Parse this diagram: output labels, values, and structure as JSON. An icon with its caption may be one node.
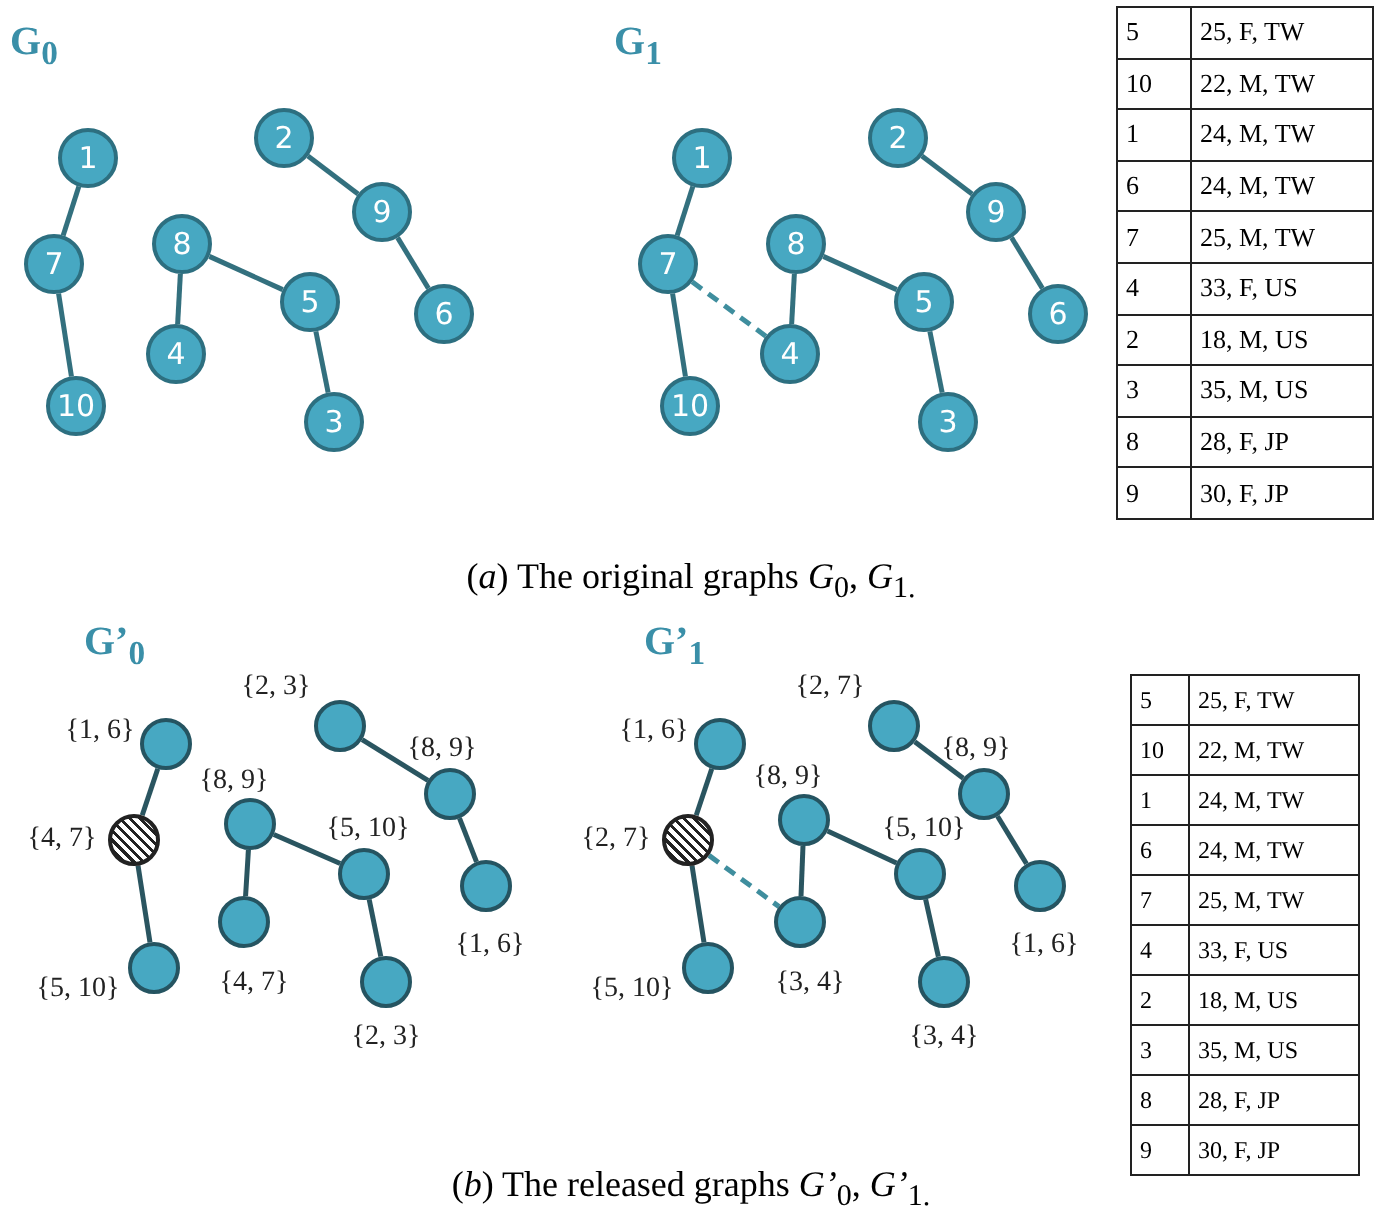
{
  "diagram": {
    "nodes": [
      {
        "text": [
          "2"
        ]
      },
      {
        "text": [
          "1"
        ]
      },
      {
        "text": [
          "9"
        ]
      },
      {
        "text": [
          "8"
        ]
      },
      {
        "text": [
          "7"
        ]
      },
      {
        "text": [
          "5"
        ]
      },
      {
        "text": [
          "6"
        ]
      },
      {
        "text": [
          "4"
        ]
      },
      {
        "text": [
          "10"
        ]
      },
      {
        "text": [
          "3"
        ]
      },
      {
        "text": [
          "2"
        ]
      },
      {
        "text": [
          "1"
        ]
      },
      {
        "text": [
          "9"
        ]
      },
      {
        "text": [
          "8"
        ]
      },
      {
        "text": [
          "7"
        ]
      },
      {
        "text": [
          "5"
        ]
      },
      {
        "text": [
          "6"
        ]
      },
      {
        "text": [
          "4"
        ]
      },
      {
        "text": [
          "10"
        ]
      },
      {
        "text": [
          "3"
        ]
      },
      {
        "text": [],
        "shape": "circle",
        "beside": [
          "{2, 3}"
        ]
      },
      {
        "text": [],
        "shape": "circle",
        "beside": [
          "{1, 6}"
        ]
      },
      {
        "text": [],
        "shape": "circle",
        "beside": [
          "{8, 9}"
        ]
      },
      {
        "text": [],
        "shape": "circle",
        "beside": [
          "{8, 9}"
        ]
      },
      {
        "text": [],
        "shape": "circle",
        "beside": [
          "{4, 7}"
        ]
      },
      {
        "text": [],
        "shape": "circle",
        "beside": [
          "{5, 10}"
        ]
      },
      {
        "text": [],
        "shape": "circle",
        "beside": [
          "{1, 6}"
        ]
      },
      {
        "text": [],
        "shape": "circle",
        "beside": [
          "{4, 7}"
        ]
      },
      {
        "text": [],
        "shape": "circle",
        "beside": [
          "{5, 10}"
        ]
      },
      {
        "text": [],
        "shape": "circle",
        "beside": [
          "{2, 3}"
        ]
      },
      {
        "text": [],
        "shape": "circle",
        "beside": [
          "{2, 7}"
        ]
      },
      {
        "text": [],
        "shape": "circle",
        "beside": [
          "{1, 6}"
        ]
      },
      {
        "text": [],
        "shape": "circle",
        "beside": [
          "{8, 9}"
        ]
      },
      {
        "text": [],
        "shape": "circle",
        "beside": [
          "{8, 9}"
        ]
      },
      {
        "text": [],
        "shape": "circle",
        "beside": [
          "{2, 7}"
        ]
      },
      {
        "text": [],
        "shape": "circle",
        "beside": [
          "{5, 10}"
        ]
      },
      {
        "text": [],
        "shape": "circle",
        "beside": [
          "{1, 6}"
        ]
      },
      {
        "text": [],
        "shape": "circle",
        "beside": [
          "{3, 4}"
        ]
      },
      {
        "text": [],
        "shape": "circle",
        "beside": [
          "{5, 10}"
        ]
      },
      {
        "text": [],
        "shape": "circle",
        "beside": [
          "{3, 4}"
        ]
      }
    ],
    "edges": [
      {
        "from": 1,
        "to": 4,
        "arrow": "none"
      },
      {
        "from": 4,
        "to": 8,
        "arrow": "none"
      },
      {
        "from": 3,
        "to": 7,
        "arrow": "none"
      },
      {
        "from": 3,
        "to": 5,
        "arrow": "none"
      },
      {
        "from": 5,
        "to": 9,
        "arrow": "none"
      },
      {
        "from": 0,
        "to": 2,
        "arrow": "none"
      },
      {
        "from": 2,
        "to": 6,
        "arrow": "none"
      },
      {
        "from": 11,
        "to": 14,
        "arrow": "none"
      },
      {
        "from": 14,
        "to": 18,
        "arrow": "none"
      },
      {
        "from": 13,
        "to": 17,
        "arrow": "none"
      },
      {
        "from": 13,
        "to": 15,
        "arrow": "none"
      },
      {
        "from": 15,
        "to": 19,
        "arrow": "none"
      },
      {
        "from": 10,
        "to": 12,
        "arrow": "none"
      },
      {
        "from": 12,
        "to": 16,
        "arrow": "none"
      },
      {
        "from": 14,
        "to": 17,
        "arrow": "none",
        "style": "dashed",
        "color": "#3f8e9e"
      },
      {
        "from": 21,
        "to": 24,
        "arrow": "none"
      },
      {
        "from": 24,
        "to": 28,
        "arrow": "none"
      },
      {
        "from": 20,
        "to": 22,
        "arrow": "none"
      },
      {
        "from": 22,
        "to": 26,
        "arrow": "none"
      },
      {
        "from": 23,
        "to": 27,
        "arrow": "none"
      },
      {
        "from": 23,
        "to": 25,
        "arrow": "none"
      },
      {
        "from": 25,
        "to": 29,
        "arrow": "none"
      },
      {
        "from": 31,
        "to": 34,
        "arrow": "none"
      },
      {
        "from": 34,
        "to": 38,
        "arrow": "none"
      },
      {
        "from": 30,
        "to": 32,
        "arrow": "none"
      },
      {
        "from": 32,
        "to": 36,
        "arrow": "none"
      },
      {
        "from": 33,
        "to": 37,
        "arrow": "none"
      },
      {
        "from": 33,
        "to": 35,
        "arrow": "none"
      },
      {
        "from": 35,
        "to": 39,
        "arrow": "none"
      },
      {
        "from": 34,
        "to": 37,
        "arrow": "none",
        "style": "dashed",
        "color": "#3f8e9e"
      }
    ],
    "labels": [
      "G$_{0}$",
      "G$_{1}$",
      "5",
      "25, F, TW",
      "10",
      "22, M, TW",
      "1",
      "24, M, TW",
      "6",
      "24, M, TW",
      "7",
      "25, M, TW",
      "4",
      "33, F, US",
      "2",
      "18, M, US",
      "3",
      "35, M, US",
      "8",
      "28, F, JP",
      "9",
      "30, F, JP",
      "(*a*) The original graphs *G*$_{0}$, *G*$_{1.}$",
      "G’$_{0}$",
      "G’$_{1}$",
      "5",
      "25, F, TW",
      "10",
      "22, M, TW",
      "1",
      "24, M, TW",
      "6",
      "24, M, TW",
      "7",
      "25, M, TW",
      "4",
      "33, F, US",
      "2",
      "18, M, US",
      "3",
      "35, M, US",
      "8",
      "28, F, JP",
      "9",
      "30, F, JP",
      "(*b*) The released graphs *G’*$_{0}$, *G’*$_{1.}$"
    ]
  }
}
